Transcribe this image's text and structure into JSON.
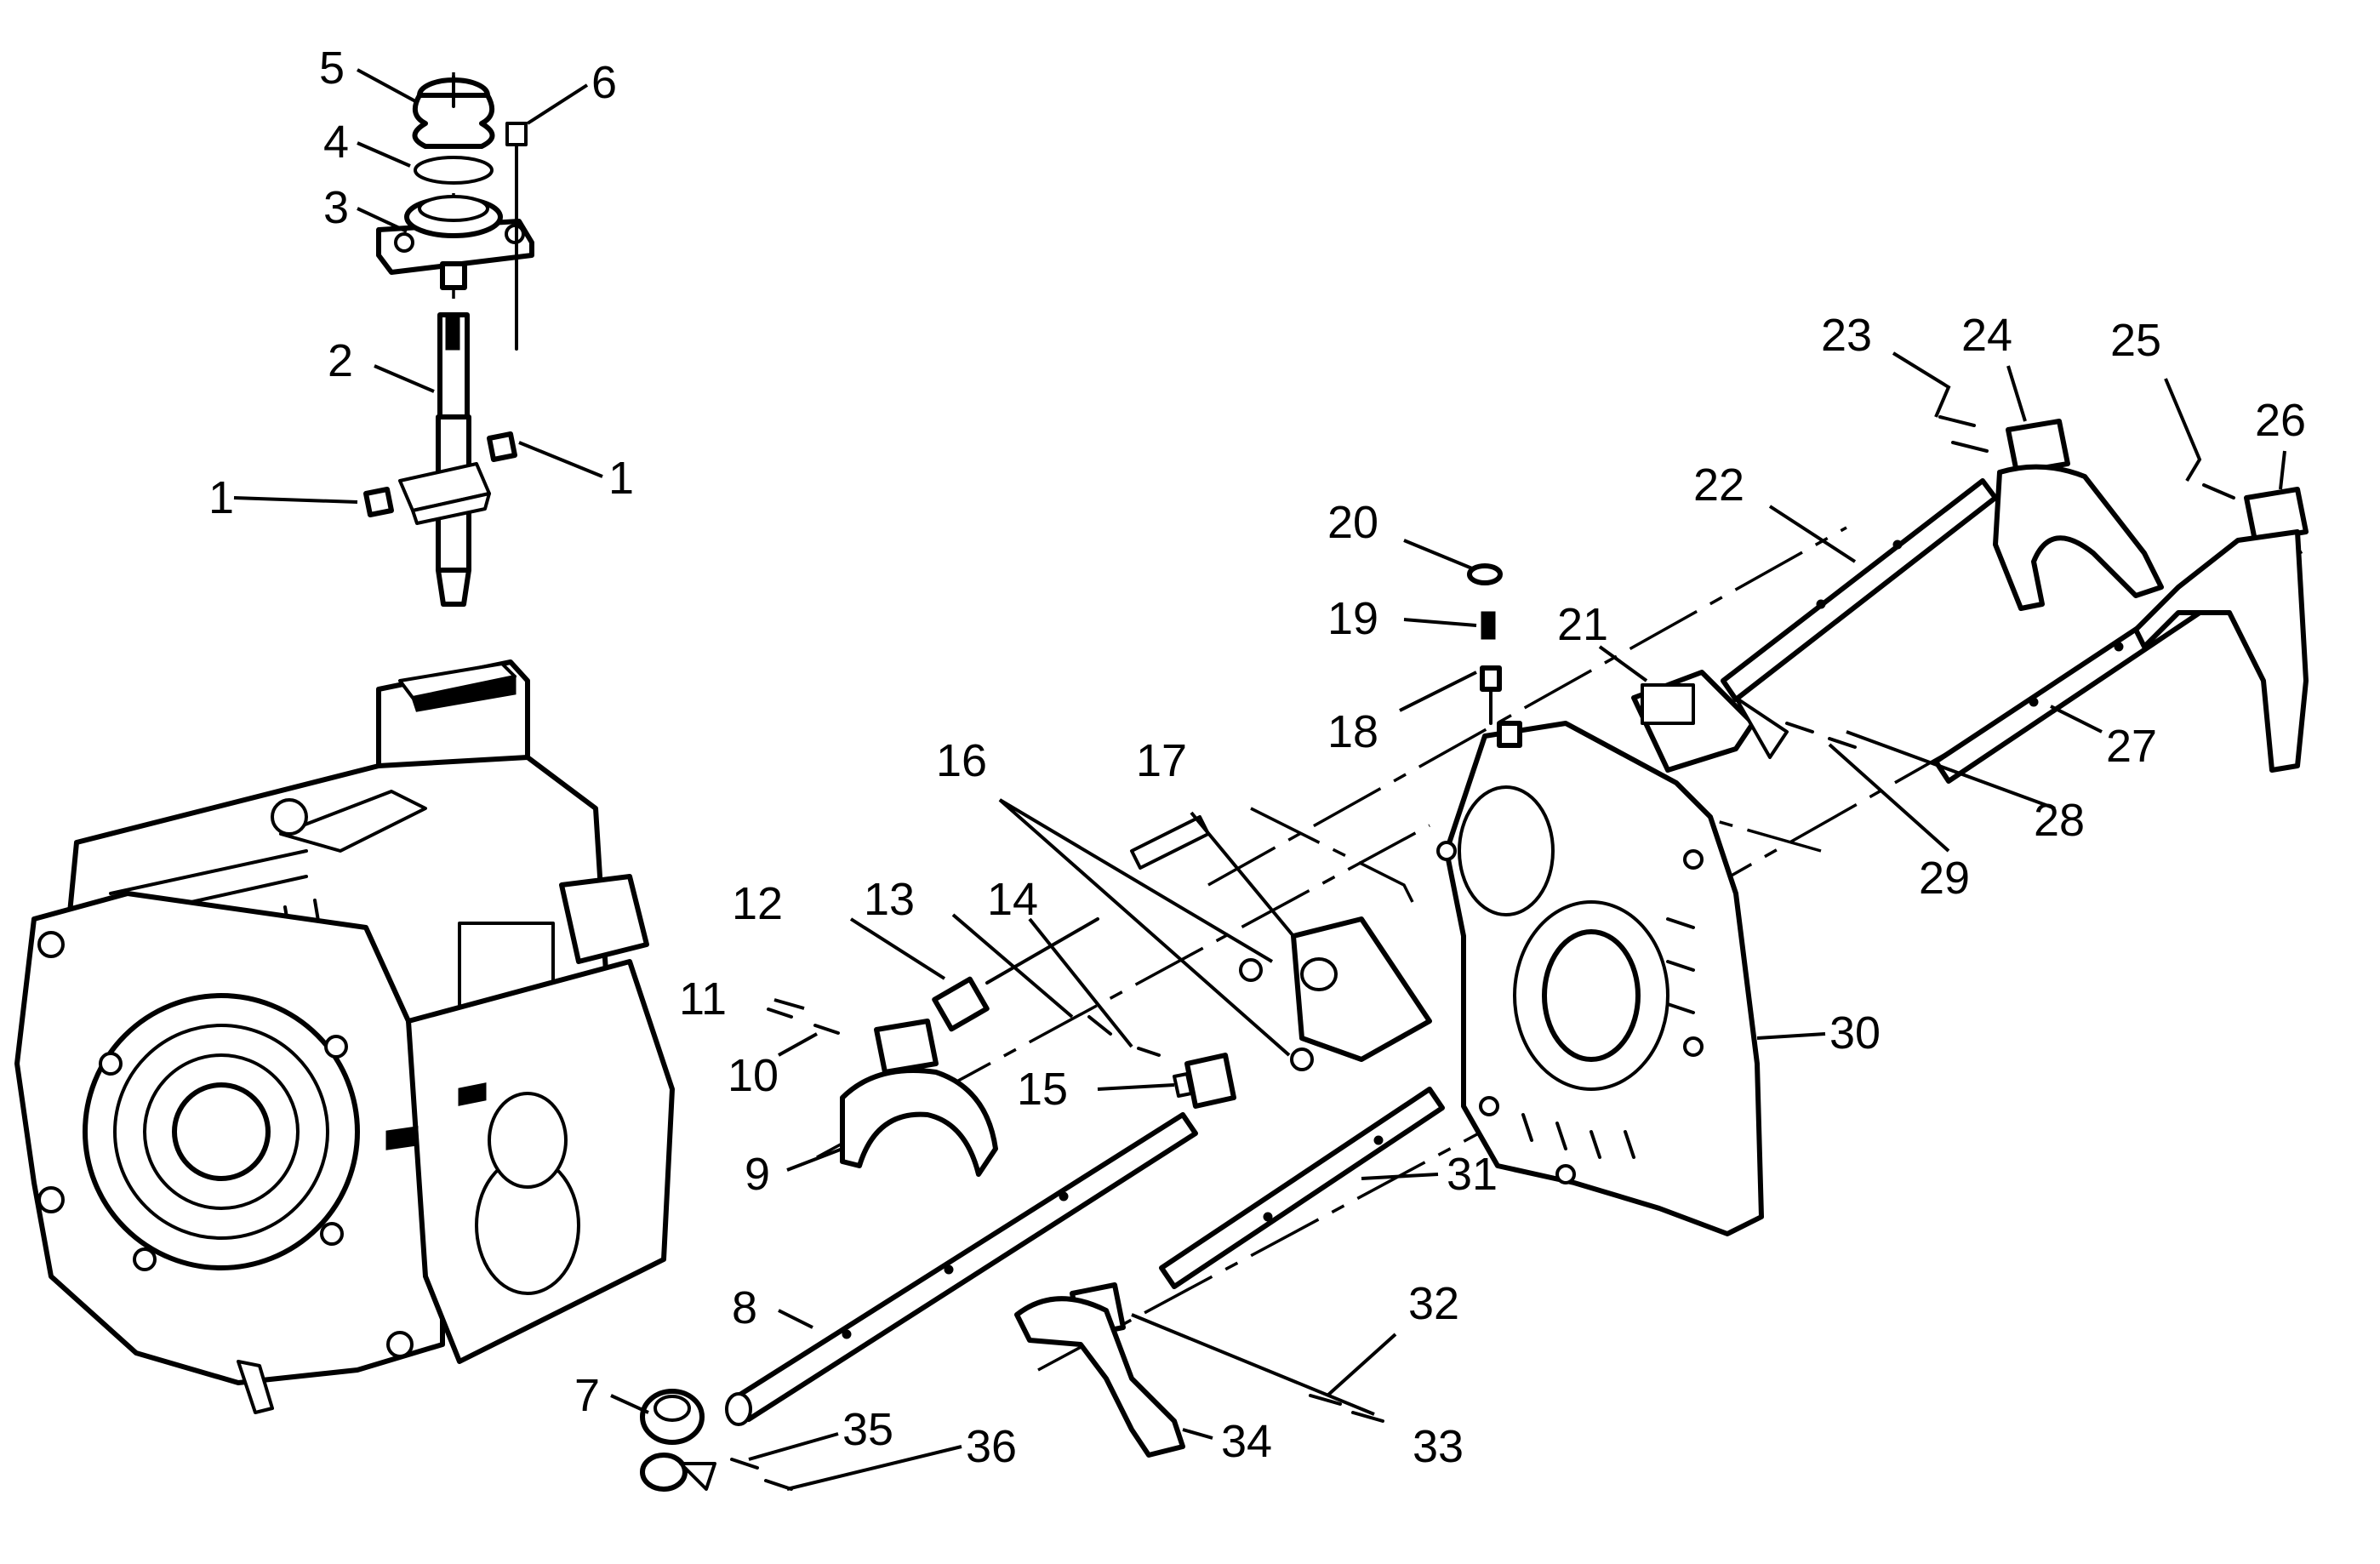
{
  "diagram": {
    "callouts": [
      {
        "id": "c1a",
        "label": "1"
      },
      {
        "id": "c1b",
        "label": "1"
      },
      {
        "id": "c2",
        "label": "2"
      },
      {
        "id": "c3",
        "label": "3"
      },
      {
        "id": "c4",
        "label": "4"
      },
      {
        "id": "c5",
        "label": "5"
      },
      {
        "id": "c6",
        "label": "6"
      },
      {
        "id": "c7",
        "label": "7"
      },
      {
        "id": "c8",
        "label": "8"
      },
      {
        "id": "c9",
        "label": "9"
      },
      {
        "id": "c10",
        "label": "10"
      },
      {
        "id": "c11",
        "label": "11"
      },
      {
        "id": "c12",
        "label": "12"
      },
      {
        "id": "c13",
        "label": "13"
      },
      {
        "id": "c14",
        "label": "14"
      },
      {
        "id": "c15",
        "label": "15"
      },
      {
        "id": "c16",
        "label": "16"
      },
      {
        "id": "c17",
        "label": "17"
      },
      {
        "id": "c18",
        "label": "18"
      },
      {
        "id": "c19",
        "label": "19"
      },
      {
        "id": "c20",
        "label": "20"
      },
      {
        "id": "c21",
        "label": "21"
      },
      {
        "id": "c22",
        "label": "22"
      },
      {
        "id": "c23",
        "label": "23"
      },
      {
        "id": "c24",
        "label": "24"
      },
      {
        "id": "c25",
        "label": "25"
      },
      {
        "id": "c26",
        "label": "26"
      },
      {
        "id": "c27",
        "label": "27"
      },
      {
        "id": "c28",
        "label": "28"
      },
      {
        "id": "c29",
        "label": "29"
      },
      {
        "id": "c30",
        "label": "30"
      },
      {
        "id": "c31",
        "label": "31"
      },
      {
        "id": "c32",
        "label": "32"
      },
      {
        "id": "c33",
        "label": "33"
      },
      {
        "id": "c34",
        "label": "34"
      },
      {
        "id": "c35",
        "label": "35"
      },
      {
        "id": "c36",
        "label": "36"
      }
    ]
  }
}
